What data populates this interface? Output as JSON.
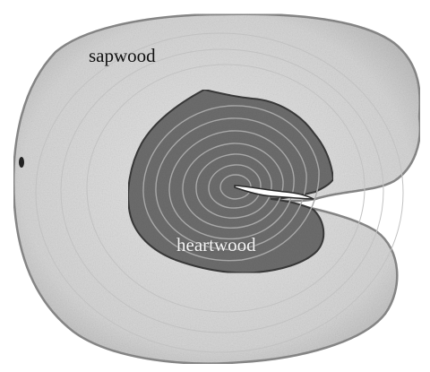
{
  "photo": {
    "subject": "wood-cross-section",
    "colors": {
      "background": "#ffffff",
      "sapwood": "#d9d9d9",
      "sapwood_edge": "#8a8a8a",
      "heartwood": "#6e6e6e",
      "heartwood_dark": "#3a3a3a",
      "ring_light": "#a8a8a8"
    }
  },
  "labels": {
    "sapwood": "sapwood",
    "heartwood": "heartwood"
  }
}
